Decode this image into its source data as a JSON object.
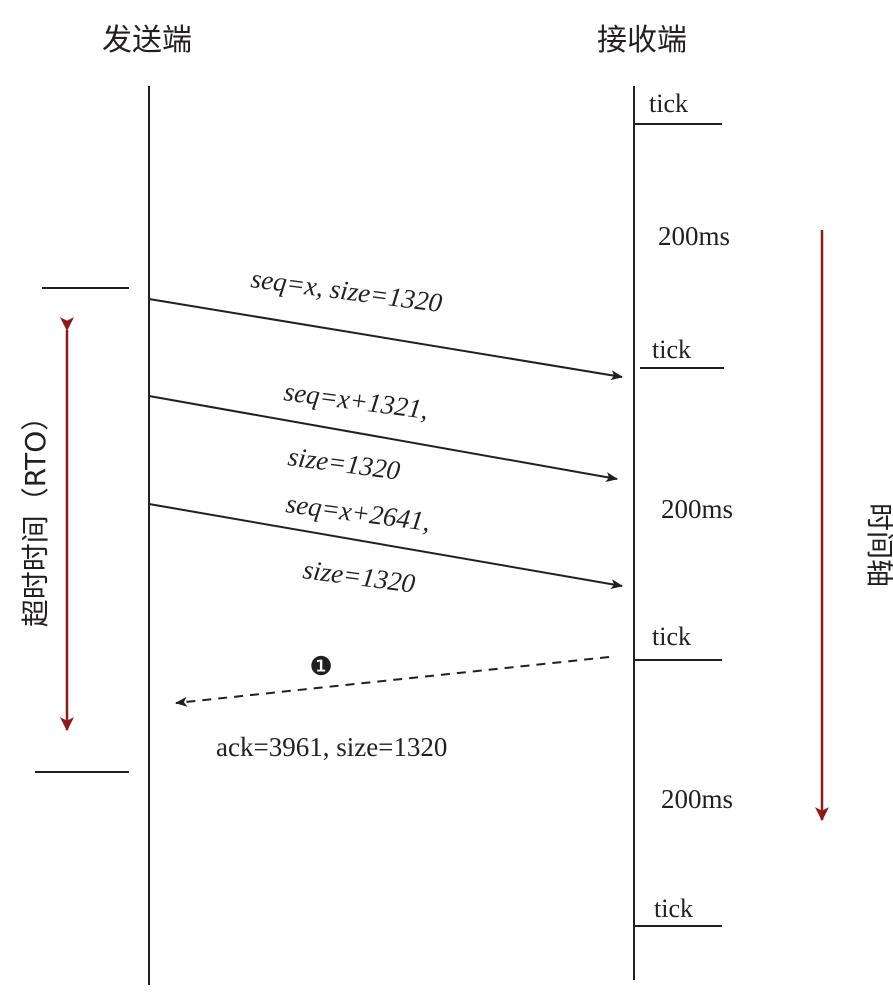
{
  "sender_label": "发送端",
  "receiver_label": "接收端",
  "ticks": [
    "tick",
    "tick",
    "tick",
    "tick"
  ],
  "intervals": [
    "200ms",
    "200ms",
    "200ms"
  ],
  "timeout_label": "超时时间（RTO）",
  "time_axis_label": "时间轴",
  "segments": [
    {
      "line1": "seq=x, size=1320",
      "line2": ""
    },
    {
      "line1": "seq=x+1321,",
      "line2": "size=1320"
    },
    {
      "line1": "seq=x+2641,",
      "line2": "size=1320"
    }
  ],
  "ack_marker": "❶",
  "ack_label": "ack=3961, size=1320",
  "colors": {
    "ink": "#231f20",
    "accent": "#8b1c1c"
  }
}
